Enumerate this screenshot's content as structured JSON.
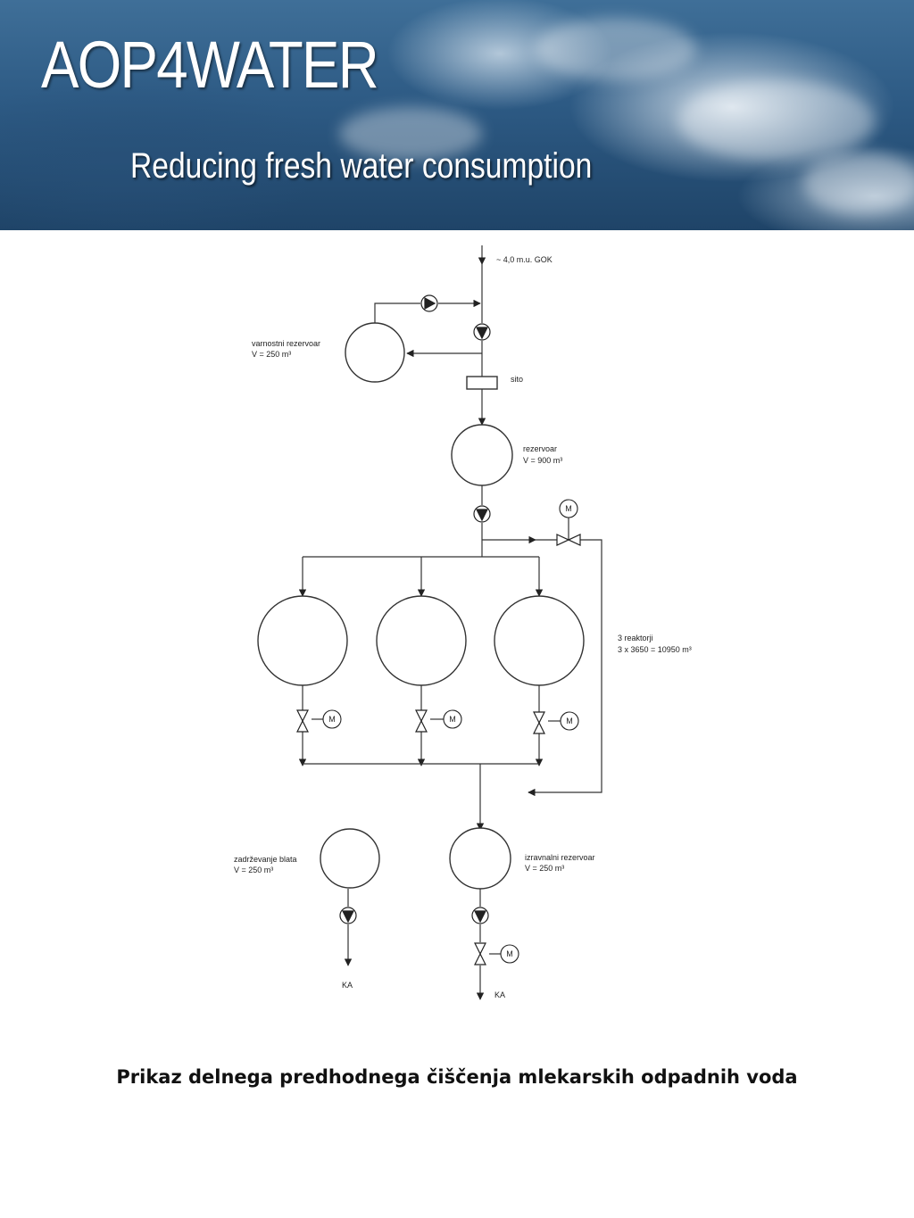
{
  "banner": {
    "title": "AOP4WATER",
    "subtitle": "Reducing fresh water consumption"
  },
  "diagram": {
    "inlet_label": "~ 4,0 m.u. GOK",
    "safety_tank": {
      "name": "varnostni rezervoar",
      "volume": "V = 250 m³"
    },
    "screen_label": "sito",
    "reservoir": {
      "name": "rezervoar",
      "volume": "V = 900 m³"
    },
    "reactors": {
      "name": "3 reaktorji",
      "volume": "3 x 3650 = 10950 m³"
    },
    "sludge_tank": {
      "name": "zadrževanje blata",
      "volume": "V = 250 m³"
    },
    "equalization_tank": {
      "name": "izravnalni rezervoar",
      "volume": "V = 250 m³"
    },
    "outlet_label": "KA",
    "motor_label": "M"
  },
  "caption": "Prikaz delnega predhodnega čiščenja mlekarskih odpadnih voda"
}
